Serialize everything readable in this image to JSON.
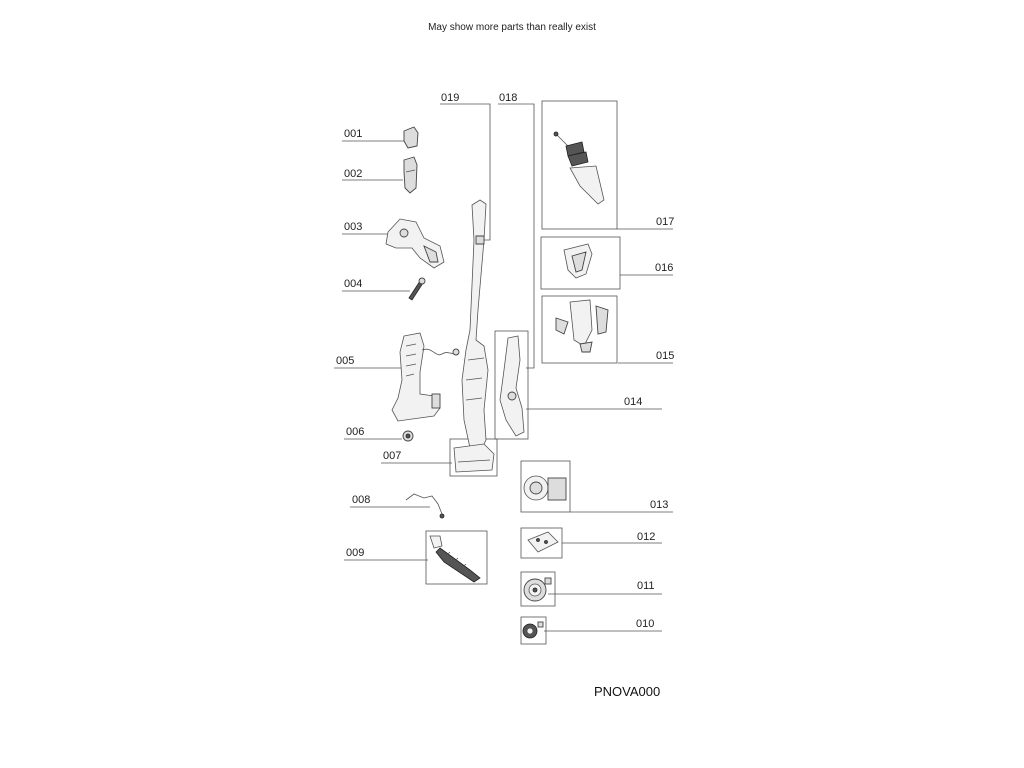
{
  "note": "May show more parts than really exist",
  "diagram_code": "PNOVA000",
  "parts": [
    "001",
    "002",
    "003",
    "004",
    "005",
    "006",
    "007",
    "008",
    "009",
    "010",
    "011",
    "012",
    "013",
    "014",
    "015",
    "016",
    "017",
    "018",
    "019"
  ]
}
